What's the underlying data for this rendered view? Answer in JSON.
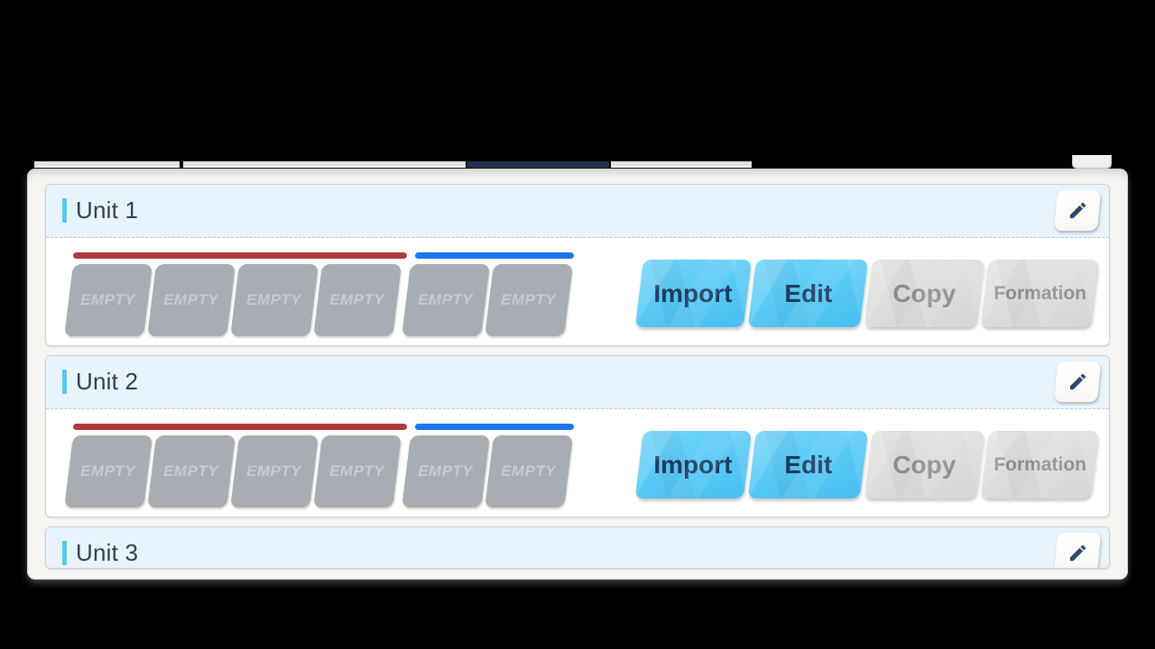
{
  "panel": {
    "units": [
      {
        "title": "Unit 1",
        "slots": [
          "EMPTY",
          "EMPTY",
          "EMPTY",
          "EMPTY",
          "EMPTY",
          "EMPTY"
        ],
        "buttons": [
          {
            "label": "Import"
          },
          {
            "label": "Edit"
          },
          {
            "label": "Copy"
          },
          {
            "label": "Formation"
          }
        ]
      },
      {
        "title": "Unit 2",
        "slots": [
          "EMPTY",
          "EMPTY",
          "EMPTY",
          "EMPTY",
          "EMPTY",
          "EMPTY"
        ],
        "buttons": [
          {
            "label": "Import"
          },
          {
            "label": "Edit"
          },
          {
            "label": "Copy"
          },
          {
            "label": "Formation"
          }
        ]
      },
      {
        "title": "Unit 3"
      }
    ]
  },
  "icons": {
    "unit_edit": "pencil-icon"
  },
  "colors": {
    "accent_cyan": "#58C7F2",
    "header_blue": "#E9F3FB",
    "title_navy": "#2D3F54",
    "primary_button_blue": "#55C8F5",
    "primary_button_text": "#1E3C60",
    "disabled_button_gray": "#DBDBD9",
    "disabled_button_text": "#8F9193",
    "red_team_line": "#B13A3D",
    "blue_team_line": "#1B76F0",
    "empty_slot_gray": "#A8ACB3",
    "empty_slot_text": "#C7CACF",
    "panel_background": "#F6F5F2"
  }
}
